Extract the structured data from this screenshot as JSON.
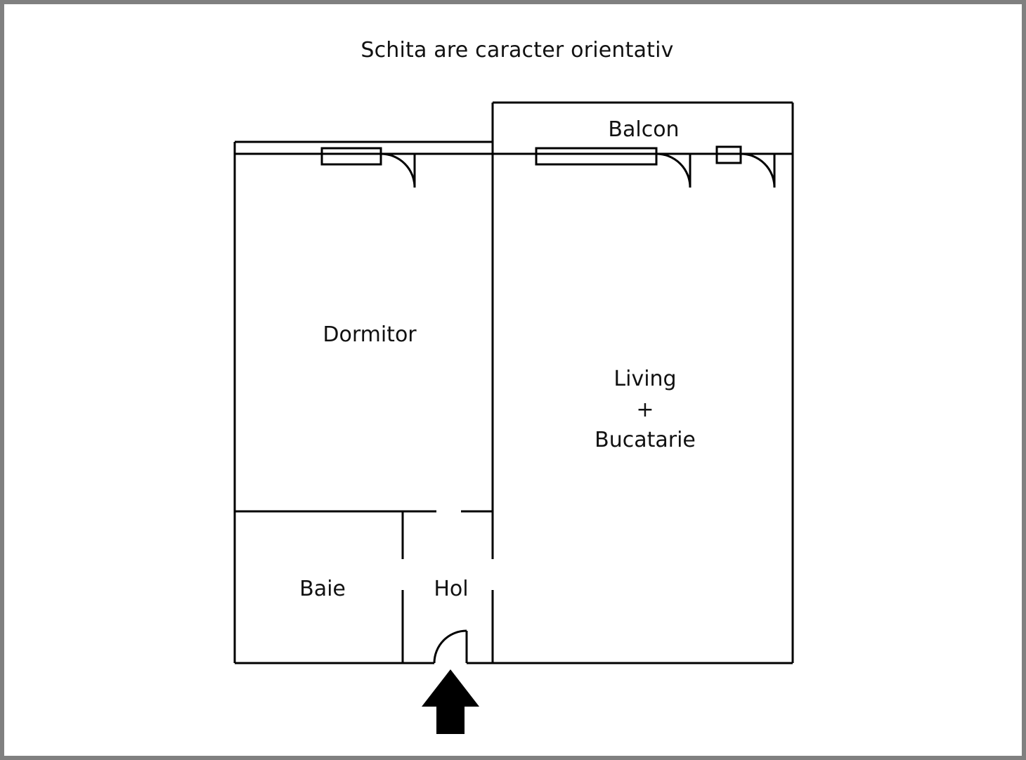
{
  "page": {
    "title": "Schita are caracter orientativ",
    "background_color": "#ffffff",
    "border_color": "#808080",
    "line_color": "#000000",
    "text_color": "#111111"
  },
  "rooms": {
    "balcon": {
      "label": "Balcon"
    },
    "dormitor": {
      "label": "Dormitor"
    },
    "living": {
      "label_line1": "Living",
      "label_line2": "+",
      "label_line3": "Bucatarie"
    },
    "baie": {
      "label": "Baie"
    },
    "hol": {
      "label": "Hol"
    }
  },
  "features": {
    "entrance_arrow": "entrance-arrow-icon",
    "dormitor_window": "window-symbol",
    "balcon_window_large": "window-symbol",
    "balcon_window_small": "window-symbol",
    "dormitor_door": "door-swing-symbol",
    "balcon_door_left": "door-swing-symbol",
    "balcon_door_right": "door-swing-symbol",
    "entry_door": "door-swing-symbol"
  }
}
